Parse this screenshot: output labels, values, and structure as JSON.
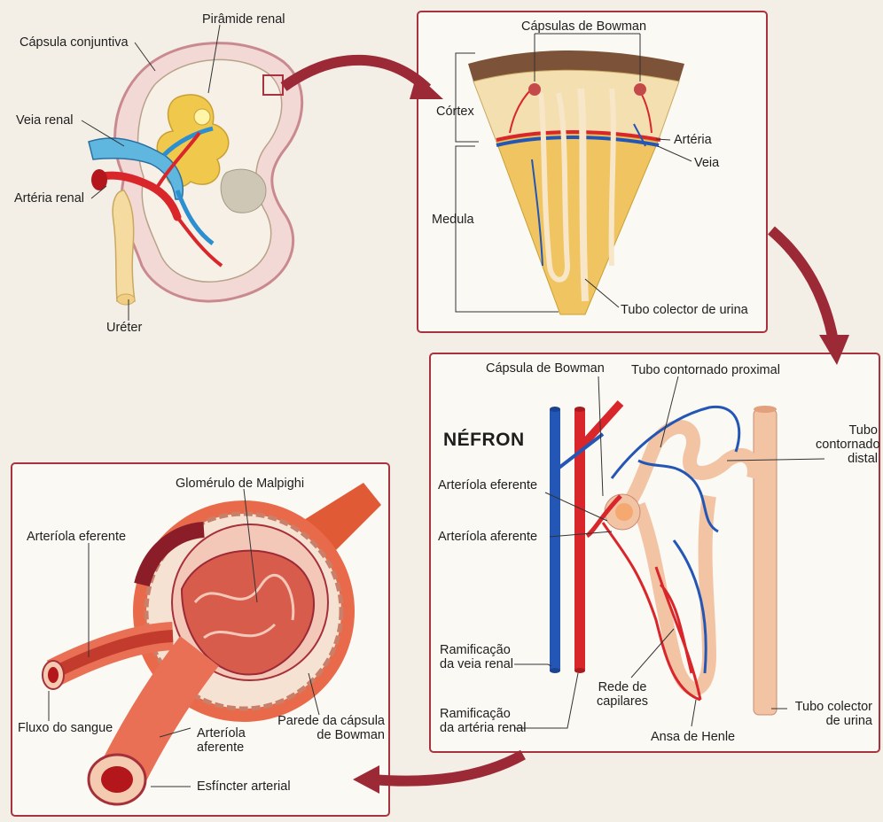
{
  "labels": {
    "kidney": {
      "capsula_conjuntiva": "Cápsula conjuntiva",
      "piramide_renal": "Pirâmide renal",
      "veia_renal": "Veia renal",
      "arteria_renal": "Artéria renal",
      "ureter": "Uréter"
    },
    "cortex_panel": {
      "capsulas_bowman": "Cápsulas de Bowman",
      "cortex": "Córtex",
      "arteria": "Artéria",
      "veia": "Veia",
      "medula": "Medula",
      "tubo_colector": "Tubo colector de urina"
    },
    "nephron_panel": {
      "title": "NÉFRON",
      "capsula_bowman": "Cápsula de Bowman",
      "tubo_proximal": "Tubo contornado proximal",
      "tubo_distal_l1": "Tubo",
      "tubo_distal_l2": "contornado",
      "tubo_distal_l3": "distal",
      "arteriola_eferente": "Arteríola eferente",
      "arteriola_aferente": "Arteríola aferente",
      "ram_veia_l1": "Ramificação",
      "ram_veia_l2": "da veia renal",
      "ram_arteria_l1": "Ramificação",
      "ram_arteria_l2": "da artéria renal",
      "rede_l1": "Rede de",
      "rede_l2": "capilares",
      "ansa_henle": "Ansa de Henle",
      "tubo_colector_l1": "Tubo colector",
      "tubo_colector_l2": "de urina"
    },
    "glomerulus_panel": {
      "glomerulo": "Glomérulo de Malpighi",
      "arteriola_eferente": "Arteríola eferente",
      "fluxo_sangue": "Fluxo do sangue",
      "arteriola_aferente_l1": "Arteríola",
      "arteriola_aferente_l2": "aferente",
      "parede_l1": "Parede da cápsula",
      "parede_l2": "de Bowman",
      "esfincter": "Esfíncter arterial"
    }
  },
  "colors": {
    "panel_border": "#a8333f",
    "artery_red": "#d9262b",
    "vein_blue": "#2457b5",
    "tubule_peach": "#f2c4a4",
    "flow_arrow": "#9c2a36"
  }
}
